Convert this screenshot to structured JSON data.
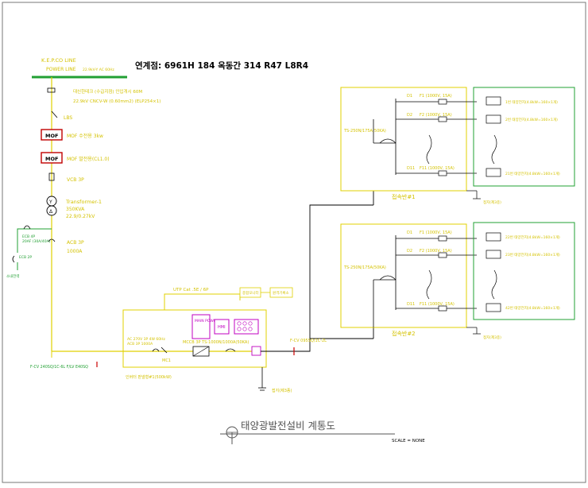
{
  "title": "태양광발전설비 계통도",
  "scale": "SCALE = NONE",
  "header_code": "연계점: 6961H 184 옥동간 314 R47 L8R4",
  "kepco_line": "K.E.P.CO LINE",
  "power_line": "POWER LINE",
  "power_line_spec": "22.9kV-Y AC 60Hz",
  "incoming_cable_1": "대신한테크 (수급지점) 인입개시 60M",
  "incoming_cable_2": "22.9kV CNCV-W (0.60mm2) (ELP254×1)",
  "lbs": "LBS",
  "mof1_box": "MOF",
  "mof1_label": "MOF 수전용 3kw",
  "mof2_box": "MOF",
  "mof2_label": "MOF 발전용(CL1.0)",
  "vcb": "VCB 3P",
  "transformer_1": "Transformer-1",
  "transformer_2": "350KVA",
  "transformer_3": "22.9/0.27kV",
  "tr_y": "Y",
  "tr_d": "Δ",
  "acb": "ACB 3P",
  "acb_rating": "1000A",
  "aux_1": "ECB 4P",
  "aux_2": "20AF (30A/40A)",
  "aux_3": "ECB 2P",
  "aux_4": "소내전력",
  "feeder_cable": "F-CV 240SQ/1C-6L F/LV E40SQ",
  "utp": "UTP Cat .5E / 6P",
  "monitor_1": "종합모니터",
  "monitor_2": "원격기록소",
  "inverter_ac": "AC 270V 3P 4W 60Hz",
  "inverter_acb": "ACB 3P 1000A",
  "main_power": "MAIN POWER (DSP)",
  "hmi": "HMI",
  "mccb": "MCCB 3P TS-1000N/1000A(50KA)",
  "mc1": "MC1",
  "inverter_name": "인버터 판넬형#1(500kW)",
  "ground_main": "접지(제3종)",
  "dc_cable": "F-CV 095SQ/1C-2L",
  "junction_1": {
    "breaker": "TS-250N/175A(50KA)",
    "label": "접속반#1",
    "ground": "접지(제3종)",
    "diodes": [
      "D1",
      "D2",
      "D11"
    ],
    "fuses": [
      "F1 (1000V, 15A)",
      "F2 (1000V, 15A)",
      "F11 (1000V, 15A)"
    ],
    "strings": [
      "1번 태양전지(4.8kW=160×1개)",
      "2번 태양전지(4.8kW=160×1개)",
      "21번 태양전지(4.8kW=160×1개)"
    ]
  },
  "junction_2": {
    "breaker": "TS-250N/175A(50KA)",
    "label": "접속반#2",
    "ground": "접지(제3종)",
    "diodes": [
      "D1",
      "D2",
      "D11"
    ],
    "fuses": [
      "F1 (1000V, 15A)",
      "F2 (1000V, 15A)",
      "F11 (1000V, 15A)"
    ],
    "strings": [
      "22번 태양전지(4.8kW=160×1개)",
      "23번 태양전지(4.8kW=160×1개)",
      "42번 태양전지(4.8kW=160×1개)"
    ]
  },
  "colors": {
    "yellow": "#e0d000",
    "green": "#22a033",
    "magenta": "#c000c0",
    "red": "#cc0000",
    "blue": "#0000cc"
  }
}
